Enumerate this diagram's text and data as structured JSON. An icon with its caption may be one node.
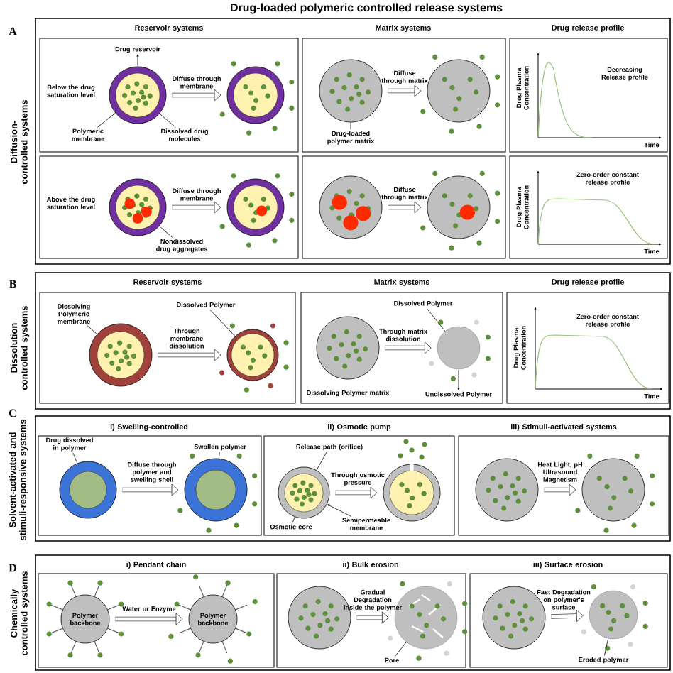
{
  "diagram": {
    "title": "Drug-loaded polymeric controlled release systems",
    "nodes": [
      {
        "text": [
          "Diffusion-controlled systems"
        ],
        "beside": [
          "A"
        ]
      },
      {
        "text": [
          "Reservoir systems",
          "Below the drug saturation level"
        ],
        "in": 0
      },
      {
        "text": [
          "Drug reservoir"
        ],
        "in": 1
      },
      {
        "text": [
          "Polymeric membrane"
        ],
        "in": 1
      },
      {
        "text": [
          "Dissolved drug molecules"
        ],
        "in": 1
      },
      {
        "text": [],
        "shape": "circle",
        "in": 1
      },
      {
        "text": [],
        "shape": "circle",
        "in": 1
      },
      {
        "text": [
          "Matrix systems"
        ],
        "in": 0
      },
      {
        "text": [
          "Drug-loaded polymer matrix"
        ],
        "in": 7
      },
      {
        "text": [],
        "shape": "circle",
        "in": 7
      },
      {
        "text": [],
        "shape": "circle",
        "in": 7
      },
      {
        "text": [
          "Drug release profile",
          "Decreasing Release profile",
          "Drug Plasma Concentration",
          "Time"
        ],
        "in": 0
      },
      {
        "text": [
          "Above the drug saturation level"
        ],
        "in": 0
      },
      {
        "text": [
          "Nondissolved drug aggregates"
        ],
        "in": 12
      },
      {
        "text": [],
        "shape": "circle",
        "in": 12
      },
      {
        "text": [],
        "shape": "circle",
        "in": 12
      },
      {
        "text": [],
        "shape": "box",
        "in": 0
      },
      {
        "text": [],
        "shape": "circle",
        "in": 16
      },
      {
        "text": [],
        "shape": "circle",
        "in": 16
      },
      {
        "text": [
          "Zero-order constant release profile",
          "Drug Plasma Concentration",
          "Time"
        ],
        "in": 0
      },
      {
        "text": [
          "Dissolution controlled systems"
        ],
        "beside": [
          "B"
        ]
      },
      {
        "text": [
          "Reservoir systems"
        ],
        "in": 20
      },
      {
        "text": [
          "Dissolving Polymeric membrane"
        ],
        "in": 21
      },
      {
        "text": [
          "Dissolved Polymer"
        ],
        "in": 21
      },
      {
        "text": [],
        "shape": "circle",
        "in": 21
      },
      {
        "text": [],
        "shape": "circle",
        "in": 21
      },
      {
        "text": [
          "Matrix systems",
          "Dissolving Polymer matrix"
        ],
        "in": 20
      },
      {
        "text": [
          "Dissolved Polymer"
        ],
        "in": 26
      },
      {
        "text": [
          "Undissolved Polymer"
        ],
        "in": 26
      },
      {
        "text": [],
        "shape": "circle",
        "in": 26
      },
      {
        "text": [],
        "shape": "circle",
        "in": 26
      },
      {
        "text": [
          "Drug release profile",
          "Zero-order constant release profile",
          "Drug Plasma Concentration",
          "Time"
        ],
        "in": 20
      },
      {
        "text": [
          "Solvent-activated and stimuli-responsive systems"
        ],
        "beside": [
          "C"
        ]
      },
      {
        "text": [
          "i) Swelling-controlled"
        ],
        "in": 32
      },
      {
        "text": [
          "Drug dissolved in polymer"
        ],
        "in": 33
      },
      {
        "text": [
          "Swollen polymer"
        ],
        "in": 33
      },
      {
        "text": [],
        "shape": "circle",
        "in": 33
      },
      {
        "text": [],
        "shape": "circle",
        "in": 33
      },
      {
        "text": [
          "ii) Osmotic pump"
        ],
        "in": 32
      },
      {
        "text": [
          "Release path (orifice)"
        ],
        "in": 38
      },
      {
        "text": [
          "Osmotic core"
        ],
        "in": 38
      },
      {
        "text": [
          "Semipermeable membrane"
        ],
        "in": 38
      },
      {
        "text": [],
        "shape": "circle",
        "in": 38
      },
      {
        "text": [],
        "shape": "circle",
        "in": 38
      },
      {
        "text": [
          "iii) Stimuli-activated systems"
        ],
        "in": 32
      },
      {
        "text": [],
        "shape": "circle",
        "in": 44
      },
      {
        "text": [],
        "shape": "circle",
        "in": 44
      },
      {
        "text": [
          "Chemically controlled systems"
        ],
        "beside": [
          "D"
        ]
      },
      {
        "text": [
          "i) Pendant chain"
        ],
        "in": 47
      },
      {
        "text": [
          "Polymer backbone"
        ],
        "in": 48
      },
      {
        "text": [
          "Polymer backbone"
        ],
        "in": 48
      },
      {
        "text": [
          "ii) Bulk erosion"
        ],
        "in": 47
      },
      {
        "text": [
          "Pore"
        ],
        "in": 51
      },
      {
        "text": [],
        "shape": "circle",
        "in": 51
      },
      {
        "text": [],
        "shape": "circle",
        "in": 51
      },
      {
        "text": [
          "iii) Surface erosion"
        ],
        "in": 47
      },
      {
        "text": [
          "Eroded polymer"
        ],
        "in": 55
      },
      {
        "text": [],
        "shape": "circle",
        "in": 55
      },
      {
        "text": [],
        "shape": "circle",
        "in": 55
      }
    ],
    "edges": [
      {
        "from": 5,
        "to": 6,
        "arrow": "to",
        "label": "Diffuse through membrane",
        "style": "thick"
      },
      {
        "from": 5,
        "to": 2,
        "arrow": "to"
      },
      {
        "from": 3,
        "to": 5,
        "arrow": "none"
      },
      {
        "from": 4,
        "to": 5,
        "arrow": "none"
      },
      {
        "from": 9,
        "to": 10,
        "arrow": "to",
        "label": "Diffuse through matrix",
        "style": "thick"
      },
      {
        "from": 8,
        "to": 9,
        "arrow": "none"
      },
      {
        "from": 14,
        "to": 15,
        "arrow": "to",
        "label": "Diffuse through membrane",
        "style": "thick"
      },
      {
        "from": 13,
        "to": 14,
        "arrow": "none"
      },
      {
        "from": 17,
        "to": 18,
        "arrow": "to",
        "label": "Diffuse through matrix",
        "style": "thick"
      },
      {
        "from": 24,
        "to": 25,
        "arrow": "to",
        "label": "Through membrane dissolution",
        "style": "thick"
      },
      {
        "from": 22,
        "to": 24,
        "arrow": "none"
      },
      {
        "from": 23,
        "to": 25,
        "arrow": "none"
      },
      {
        "from": 29,
        "to": 30,
        "arrow": "to",
        "label": "Through matrix dissolution",
        "style": "thick"
      },
      {
        "from": 27,
        "to": 30,
        "arrow": "none"
      },
      {
        "from": 30,
        "to": 28,
        "arrow": "to"
      },
      {
        "from": 36,
        "to": 37,
        "arrow": "to",
        "label": "Diffuse through polymer and swelling shell",
        "style": "thick"
      },
      {
        "from": 34,
        "to": 36,
        "arrow": "none"
      },
      {
        "from": 35,
        "to": 37,
        "arrow": "none"
      },
      {
        "from": 42,
        "to": 43,
        "arrow": "to",
        "label": "Through osmotic pressure",
        "style": "thick"
      },
      {
        "from": 39,
        "to": 42,
        "arrow": "none"
      },
      {
        "from": 40,
        "to": 42,
        "arrow": "none"
      },
      {
        "from": 41,
        "to": 42,
        "arrow": "to"
      },
      {
        "from": 45,
        "to": 46,
        "arrow": "to",
        "label": "Heat Light, pH Ultrasound Magnetism",
        "style": "thick"
      },
      {
        "from": 49,
        "to": 50,
        "arrow": "to",
        "label": "Water or Enzyme",
        "style": "thick"
      },
      {
        "from": 53,
        "to": 54,
        "arrow": "to",
        "label": "Gradual Degradation inside the polymer",
        "style": "thick"
      },
      {
        "from": 52,
        "to": 54,
        "arrow": "none"
      },
      {
        "from": 57,
        "to": 58,
        "arrow": "to",
        "label": "Fast Degradation on polymer's surface",
        "style": "thick"
      },
      {
        "from": 56,
        "to": 58,
        "arrow": "none"
      }
    ]
  }
}
